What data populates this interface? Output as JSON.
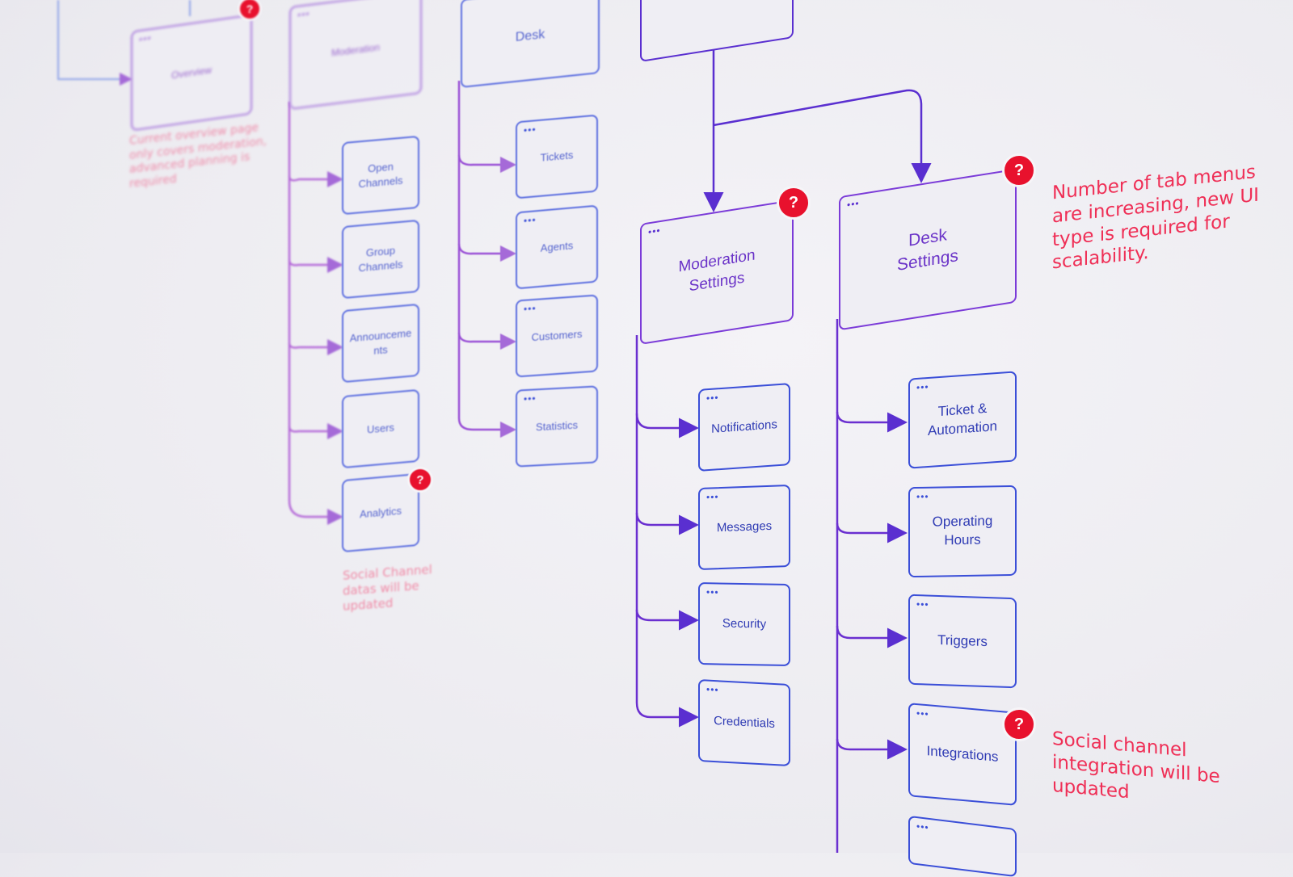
{
  "columns": {
    "overview": {
      "title": "Overview",
      "note": "Current overview page\nonly covers moderation,\nadvanced planning is\nrequired"
    },
    "moderation": {
      "title": "Moderation",
      "items": [
        "Open\nChannels",
        "Group\nChannels",
        "Announceme\nnts",
        "Users",
        "Analytics"
      ],
      "note": "Social Channel\ndatas will be\nupdated"
    },
    "desk": {
      "title": "Desk",
      "items": [
        "Tickets",
        "Agents",
        "Customers",
        "Statistics"
      ]
    },
    "moderation_settings": {
      "title": "Moderation\nSettings",
      "items": [
        "Notifications",
        "Messages",
        "Security",
        "Credentials"
      ]
    },
    "desk_settings": {
      "title": "Desk\nSettings",
      "items": [
        "Ticket &\nAutomation",
        "Operating\nHours",
        "Triggers",
        "Integrations",
        ""
      ]
    }
  },
  "notes": {
    "tab_menus": "Number of tab menus\nare increasing, new UI\ntype is required for\nscalability.",
    "social_channel": "Social channel\nintegration will be\nupdated"
  },
  "badge_symbol": "?",
  "window_dots": "•••",
  "colors": {
    "violet": "#6a2fd0",
    "blue": "#3b4fd8",
    "badge_red": "#e8112d",
    "note_red": "#ef2f56"
  }
}
